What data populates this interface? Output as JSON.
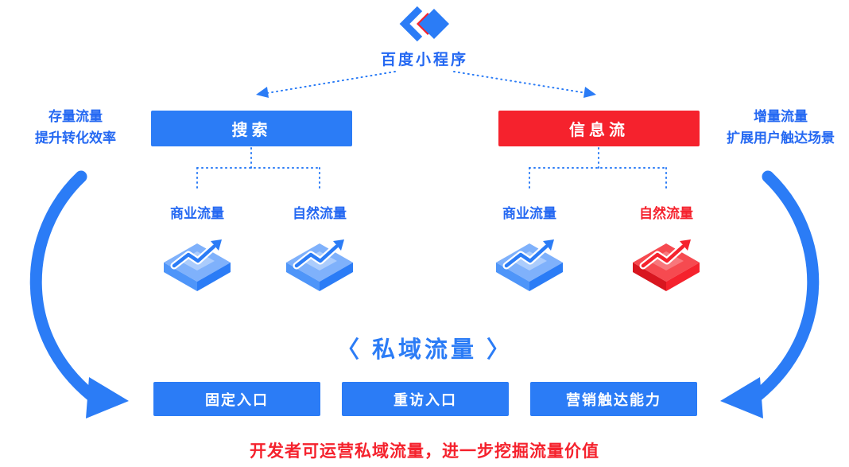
{
  "colors": {
    "blue": "#2B7CF6",
    "red": "#F5222D"
  },
  "icons": {
    "logo": "baidu-smart-miniprogram-logo",
    "traffic_icon": "isometric-growth-arrow-chart"
  },
  "header": {
    "title": "百度小程序"
  },
  "side_labels": {
    "left": {
      "line1": "存量流量",
      "line2": "提升转化效率"
    },
    "right": {
      "line1": "增量流量",
      "line2": "扩展用户触达场景"
    }
  },
  "channels": {
    "search": {
      "label": "搜索"
    },
    "feed": {
      "label": "信息流"
    }
  },
  "traffic_labels": {
    "search_commercial": "商业流量",
    "search_organic": "自然流量",
    "feed_commercial": "商业流量",
    "feed_organic": "自然流量"
  },
  "private_domain": {
    "title": "〈 私域流量 〉",
    "capabilities": [
      {
        "label": "固定入口"
      },
      {
        "label": "重访入口"
      },
      {
        "label": "营销触达能力"
      }
    ]
  },
  "footer": {
    "note": "开发者可运营私域流量，进一步挖掘流量价值"
  }
}
